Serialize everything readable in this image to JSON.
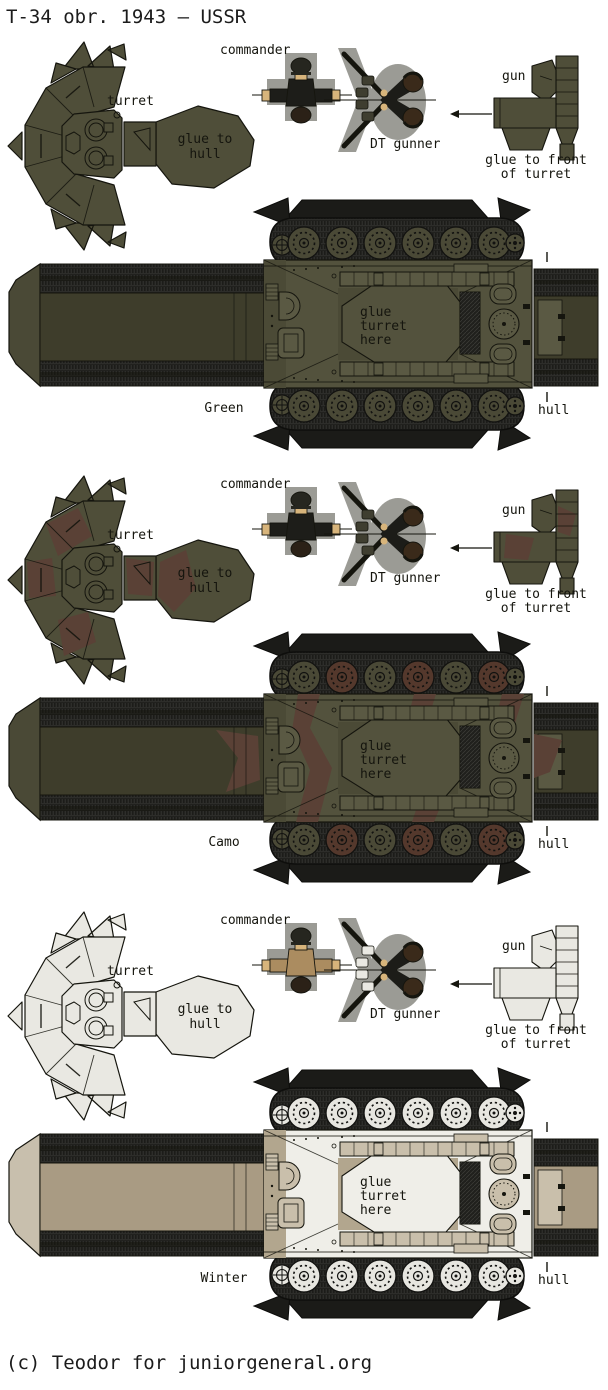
{
  "title": "T-34 obr. 1943 – USSR",
  "footer": "(c) Teodor for juniorgeneral.org",
  "labels": {
    "turret": "turret",
    "glue_to_hull_1": "glue to",
    "glue_to_hull_2": "hull",
    "commander": "commander",
    "dt_gunner": "DT gunner",
    "gun": "gun",
    "glue_to_front_1": "glue to front",
    "glue_to_front_2": "of turret",
    "glue_turret_1": "glue",
    "glue_turret_2": "turret",
    "glue_turret_3": "here",
    "hull": "hull"
  },
  "sections": [
    {
      "variant": "Green",
      "colors": {
        "body": "#4f4e39",
        "deck": "#53523d",
        "slope": "#4b4a36",
        "detail": "#5a5943",
        "strip": "#3e3d2b",
        "cap": "#4a4936",
        "patch": "none",
        "wheel": "#4a4936",
        "wheel2": "#4a4936",
        "uniform": "#1d1d19",
        "gear": "#3f3e30"
      }
    },
    {
      "variant": "Camo",
      "colors": {
        "body": "#4f4e39",
        "deck": "#53523d",
        "slope": "#4b4a36",
        "detail": "#5a5943",
        "strip": "#3e3d2b",
        "cap": "#4a4936",
        "patch": "#5a4136",
        "wheel": "#4a4936",
        "wheel2": "#54382c",
        "uniform": "#1d1d19",
        "gear": "#3f3e30"
      }
    },
    {
      "variant": "Winter",
      "colors": {
        "body": "#e9e8e2",
        "deck": "#efeee8",
        "slope": "#b2a68e",
        "detail": "#c9bfab",
        "strip": "#a99b83",
        "cap": "#c8bfad",
        "patch": "none",
        "wheel": "#e7e6e0",
        "wheel2": "#e7e6e0",
        "uniform": "#ab8c60",
        "gear": "#e9e8e2"
      }
    }
  ]
}
